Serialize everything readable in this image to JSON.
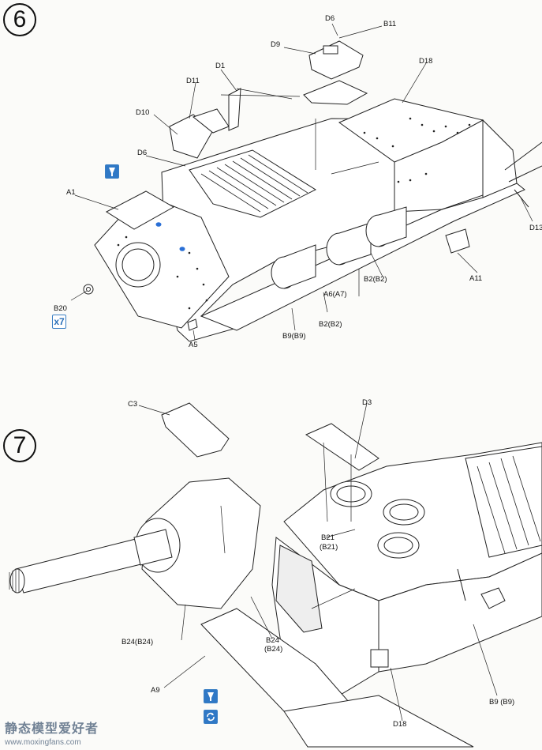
{
  "steps": [
    {
      "number": "6"
    },
    {
      "number": "7"
    }
  ],
  "step6_labels": {
    "d6_top": "D6",
    "b11": "B11",
    "d9": "D9",
    "d18_top": "D18",
    "d1": "D1",
    "d11": "D11",
    "d10": "D10",
    "d6_left": "D6",
    "a1": "A1",
    "b20": "B20",
    "b20_qty": "x7",
    "a5": "A5",
    "b9": "B9(B9)",
    "b2_lower": "B2(B2)",
    "a6": "A6(A7)",
    "b2_right": "B2(B2)",
    "a11": "A11",
    "d13": "D13"
  },
  "step7_labels": {
    "c3": "C3",
    "d3": "D3",
    "b21": "B21",
    "b21_sub": "(B21)",
    "b24_left": "B24(B24)",
    "b24_mid": "B24",
    "b24_mid_sub": "(B24)",
    "a9": "A9",
    "d18": "D18",
    "b9": "B9 (B9)"
  },
  "icons": {
    "glue_icon_1": "glue-icon",
    "glue_icon_2": "glue-icon",
    "rotate_icon": "rotate-icon",
    "colors": {
      "icon_blue": "#2f78c6",
      "paint_blue": "#2a6fd6"
    }
  },
  "watermark": {
    "text": "静态模型爱好者",
    "url": "www.moxingfans.com"
  }
}
